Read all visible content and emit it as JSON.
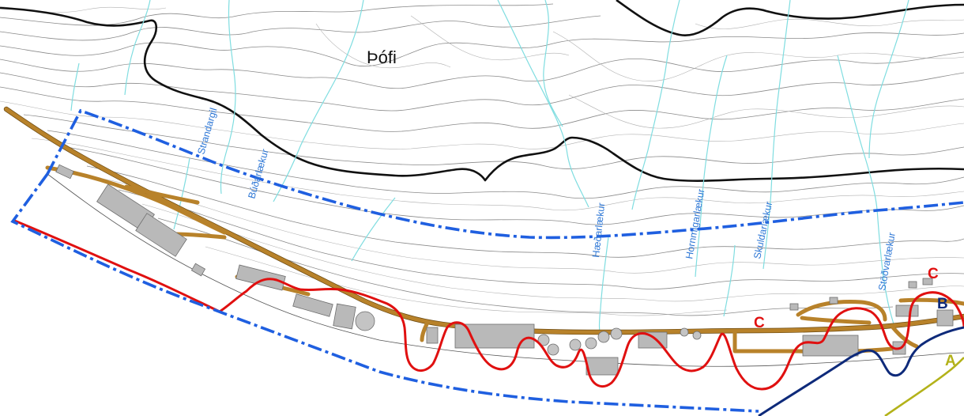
{
  "map": {
    "place_names": [
      "Þófi"
    ],
    "stream_names": [
      "Strandargil",
      "Búðarlækur",
      "Hæðarlækur",
      "Hornmigarlækur",
      "Skuldarlækur",
      "Stöðvarlækur"
    ],
    "zone_labels": {
      "c_left": "C",
      "c_right": "C",
      "b": "B",
      "a": "A"
    },
    "colors": {
      "boundary": "#1f5fe0",
      "zone_c": "#e01010",
      "zone_b": "#0e2a7a",
      "zone_a": "#b3b21a",
      "road": "#b8822a",
      "stream": "#7fdde0",
      "building": "#b9b9b9"
    }
  }
}
